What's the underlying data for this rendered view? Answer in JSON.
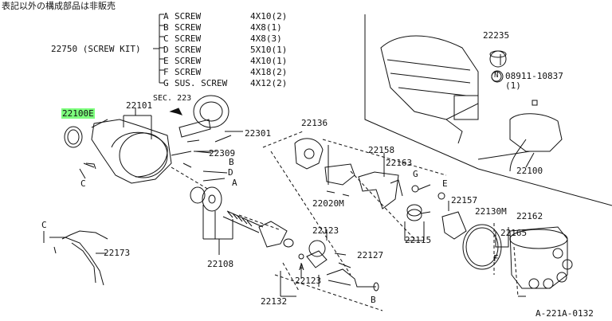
{
  "note_jp": "表記以外の構成部品は非販売",
  "screw_kit": {
    "label": "22750 (SCREW KIT)",
    "items": [
      {
        "letter": "A",
        "name": "SCREW",
        "size": "4X10(2)"
      },
      {
        "letter": "B",
        "name": "SCREW",
        "size": "4X8(1)"
      },
      {
        "letter": "C",
        "name": "SCREW",
        "size": "4X8(3)"
      },
      {
        "letter": "D",
        "name": "SCREW",
        "size": "5X10(1)"
      },
      {
        "letter": "E",
        "name": "SCREW",
        "size": "4X10(1)"
      },
      {
        "letter": "F",
        "name": "SCREW",
        "size": "4X18(2)"
      },
      {
        "letter": "G",
        "name": "SUS. SCREW",
        "size": "4X12(2)"
      }
    ]
  },
  "parts": {
    "p22100E": "22100E",
    "p22101": "22101",
    "sec223": "SEC. 223",
    "p22301": "22301",
    "p22309": "22309",
    "p22173": "22173",
    "p22108": "22108",
    "p22136": "22136",
    "p22158": "22158",
    "p22163": "22163",
    "p22020M": "22020M",
    "p22115": "22115",
    "p22123a": "22123",
    "p22123b": "22123",
    "p22127": "22127",
    "p22132": "22132",
    "p22157": "22157",
    "p22130M": "22130M",
    "p22162": "22162",
    "p22165": "22165",
    "p22235": "22235",
    "p08911": "08911-10837",
    "p08911qty": "(1)",
    "p22100": "22100",
    "fig_ref": "A-221A-0132"
  },
  "letters": {
    "c1": "C",
    "c2": "C",
    "b1": "B",
    "d1": "D",
    "a1": "A",
    "g1": "G",
    "e1": "E",
    "f1": "F",
    "a2": "A",
    "b2": "B",
    "n1": "N"
  },
  "colors": {
    "highlight": "#7dff7d",
    "ink": "#111111"
  }
}
